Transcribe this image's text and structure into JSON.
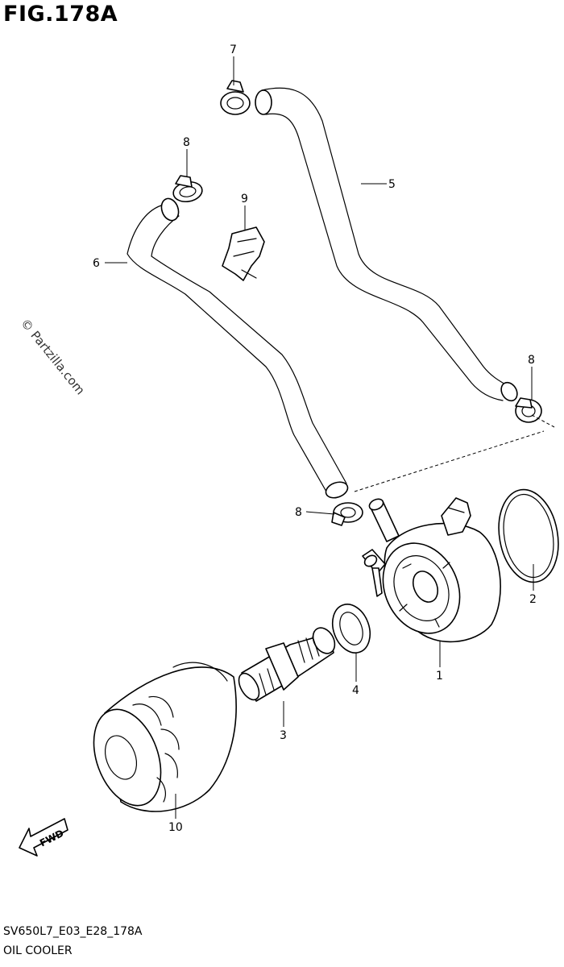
{
  "figure": {
    "title": "FIG.178A",
    "code": "SV650L7_E03_E28_178A",
    "name": "OIL COOLER"
  },
  "watermark": "© Partzilla.com",
  "fwd_label": "FWD",
  "callouts": [
    {
      "id": "1",
      "label": "1"
    },
    {
      "id": "2",
      "label": "2"
    },
    {
      "id": "3",
      "label": "3"
    },
    {
      "id": "4",
      "label": "4"
    },
    {
      "id": "5",
      "label": "5"
    },
    {
      "id": "6",
      "label": "6"
    },
    {
      "id": "7",
      "label": "7"
    },
    {
      "id": "8a",
      "label": "8"
    },
    {
      "id": "8b",
      "label": "8"
    },
    {
      "id": "8c",
      "label": "8"
    },
    {
      "id": "9",
      "label": "9"
    },
    {
      "id": "10",
      "label": "10"
    }
  ]
}
